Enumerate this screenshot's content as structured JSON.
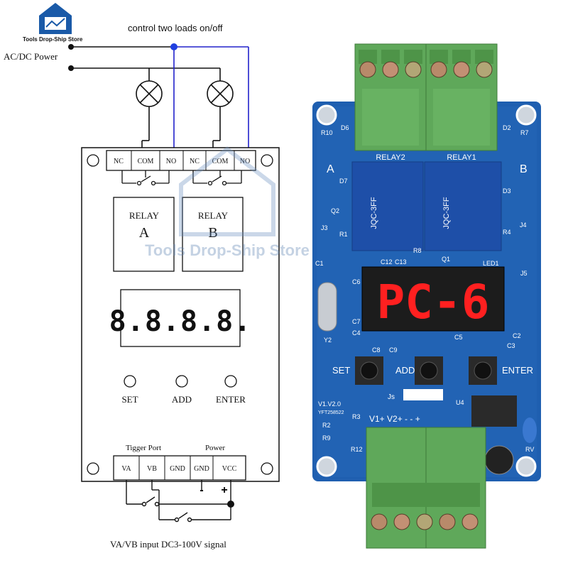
{
  "logo": {
    "caption": "Tools Drop-Ship Store"
  },
  "watermark": "Tools Drop-Ship Store",
  "labels": {
    "top_title": "control two loads  on/off",
    "power_in": "AC/DC Power",
    "bottom_caption": "VA/VB input DC3-100V  signal"
  },
  "terminals_top": [
    "NC",
    "COM",
    "NO",
    "NC",
    "COM",
    "NO"
  ],
  "relays": [
    {
      "line1": "RELAY",
      "line2": "A"
    },
    {
      "line1": "RELAY",
      "line2": "B"
    }
  ],
  "display_text": "8.8.8.8.",
  "buttons": [
    "SET",
    "ADD",
    "ENTER"
  ],
  "port_headers": {
    "trigger": "Tigger Port",
    "power": "Power"
  },
  "terminals_bottom": [
    "VA",
    "VB",
    "GND",
    "GND",
    "VCC"
  ],
  "polarity": {
    "minus": "-",
    "plus": "+"
  },
  "pcb": {
    "side_a": "A",
    "side_b": "B",
    "relay2_label": "RELAY2",
    "relay1_label": "RELAY1",
    "relay_model": "JQC-3FF",
    "display_text": "PC-6",
    "buttons": [
      "SET",
      "ADD",
      "ENTER"
    ],
    "inputs_label": "V1+  V2+  -  -  +",
    "refs": [
      "R10",
      "D6",
      "D2",
      "R7",
      "D7",
      "D3",
      "Q2",
      "R1",
      "R4",
      "J3",
      "J4",
      "C1",
      "C12",
      "C13",
      "R8",
      "Q1",
      "LED1",
      "J5",
      "C4",
      "C6",
      "C7",
      "C5",
      "C2",
      "C3",
      "C8",
      "C9",
      "Y2",
      "Js",
      "U4",
      "R3",
      "R2",
      "R9",
      "R12",
      "RV"
    ],
    "version": "V1.V2.0",
    "date_code": "YFT258522"
  },
  "colors": {
    "pcb_blue": "#1f5fb0",
    "terminal_green": "#5fa85a",
    "relay_blue": "#1e4fa8",
    "wire_blue": "#2222cc",
    "segment_red": "#ff2020"
  }
}
